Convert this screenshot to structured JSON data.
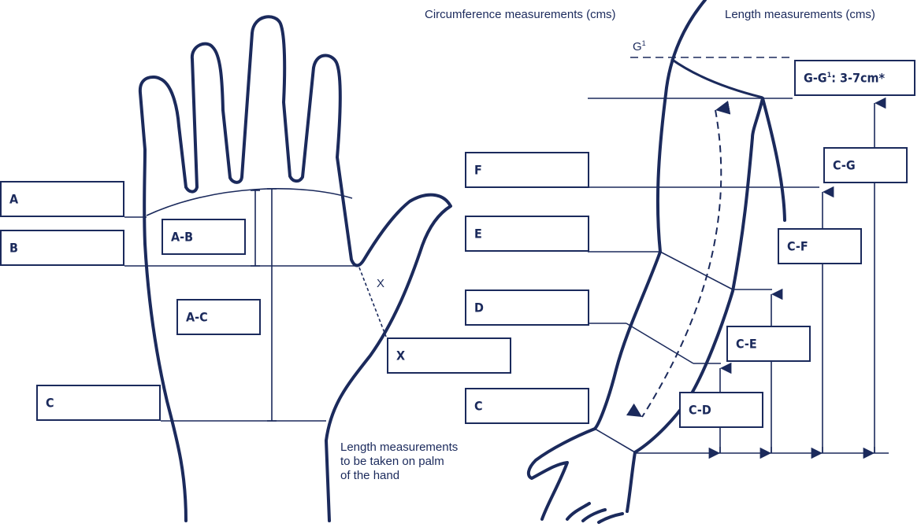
{
  "captions": {
    "circumference": "Circumference measurements (cms)",
    "length": "Length measurements (cms)"
  },
  "hand": {
    "boxes": {
      "a": "A",
      "b": "B",
      "c": "C",
      "ab": "A-B",
      "ac": "A-C",
      "x": "X"
    },
    "x_marker": "X",
    "note": [
      "Length measurements",
      "to be taken on palm",
      "of the hand"
    ]
  },
  "arm": {
    "boxes": {
      "f": "F",
      "e": "E",
      "d": "D",
      "c": "C",
      "cg": "C-G",
      "cf": "C-F",
      "ce": "C-E",
      "cd": "C-D"
    },
    "gg1": {
      "prefix": "G-G",
      "sup": "1",
      "suffix": ": 3-7cm*"
    },
    "g1": {
      "letter": "G",
      "sup": "1"
    }
  },
  "colors": {
    "ink": "#1b2a5c"
  }
}
